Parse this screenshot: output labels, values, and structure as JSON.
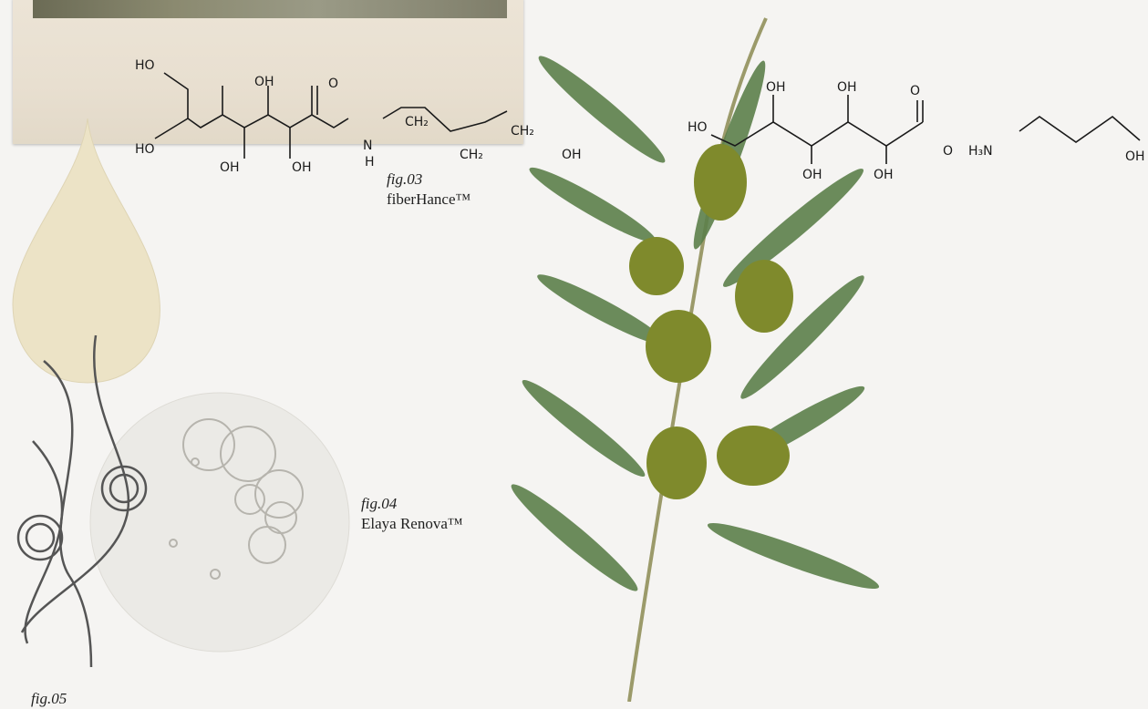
{
  "figures": [
    {
      "label": "fig.03",
      "name": "fiberHance™"
    },
    {
      "label": "fig.04",
      "name": "Elaya Renova™"
    },
    {
      "label": "fig.05"
    }
  ],
  "chem_left": {
    "ho_top": "HO",
    "oh_top1": "OH",
    "o_top": "O",
    "ho_left": "HO",
    "oh_bot1": "OH",
    "oh_bot2": "OH",
    "n": "N",
    "h": "H",
    "ch2_1": "CH₂",
    "ch2_2": "CH₂",
    "ch2_3": "CH₂",
    "oh_end": "OH"
  },
  "chem_right": {
    "ho": "HO",
    "oh1": "OH",
    "oh2": "OH",
    "o": "O",
    "oh3": "OH",
    "oh4": "OH",
    "o_minus": "O",
    "h3n": "H₃N",
    "oh_end": "OH"
  }
}
